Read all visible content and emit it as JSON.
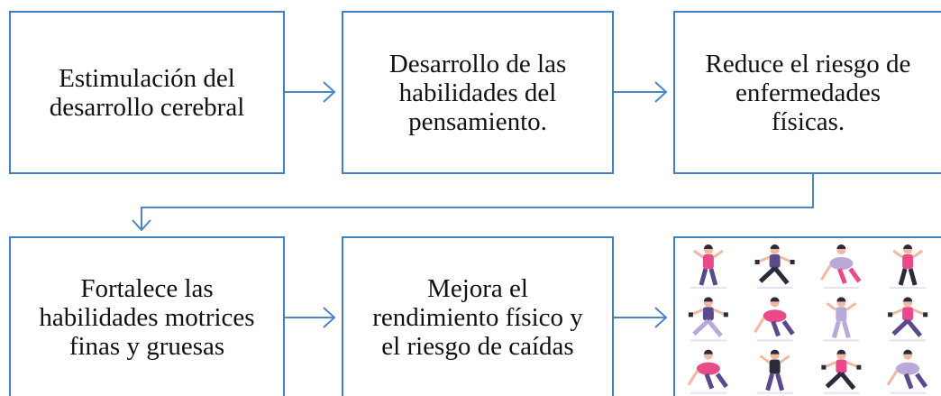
{
  "boxes": [
    {
      "id": "b1",
      "text": "Estimulación del\ndesarrollo cerebral"
    },
    {
      "id": "b2",
      "text": "Desarrollo de las\nhabilidades del\npensamiento."
    },
    {
      "id": "b3",
      "text": "Reduce el riesgo de\nenfermedades\nfísicas."
    },
    {
      "id": "b4",
      "text": "Fortalece las\nhabilidades motrices\nfinas y gruesas"
    },
    {
      "id": "b5",
      "text": "Mejora el\nrendimiento físico y\nel riesgo de caídas"
    }
  ],
  "image": {
    "description_icon": "exercise-illustration-grid",
    "colors": {
      "pink": "#e84a8a",
      "purple": "#5a4a8c",
      "skin": "#f2b8a0",
      "dark": "#2b2b3c",
      "lavender": "#b9a9d9"
    }
  },
  "colors": {
    "border": "#3f7fc4",
    "arrow": "#4a86c8"
  }
}
